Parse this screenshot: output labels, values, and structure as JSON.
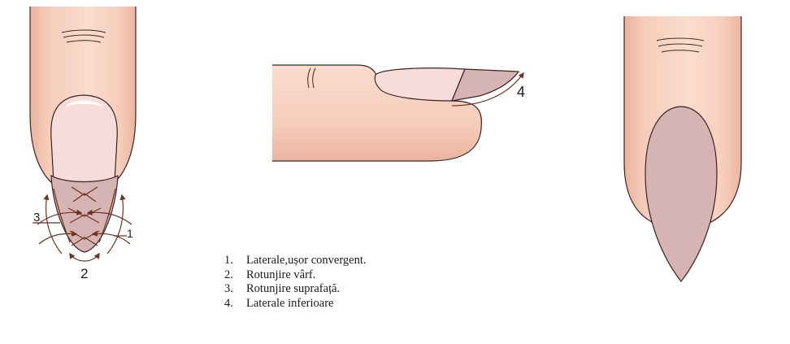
{
  "diagram": {
    "callouts": {
      "left_1": "1",
      "left_2": "2",
      "left_3": "3",
      "side_4": "4"
    },
    "legend": [
      {
        "number": "1.",
        "text": "Laterale,ușor convergent."
      },
      {
        "number": "2.",
        "text": "Rotunjire vârf."
      },
      {
        "number": "3.",
        "text": "Rotunjire suprafață."
      },
      {
        "number": "4.",
        "text": "Laterale inferioare"
      }
    ]
  },
  "colors": {
    "skin": "#f6cdbb",
    "skin_light": "#fbe0d2",
    "skin_shadow": "#e9b39e",
    "nail_bed": "#f7dcda",
    "nail_free_edge": "#d6b4b3",
    "outline": "#3d2420",
    "arrows": "#6b3320"
  }
}
